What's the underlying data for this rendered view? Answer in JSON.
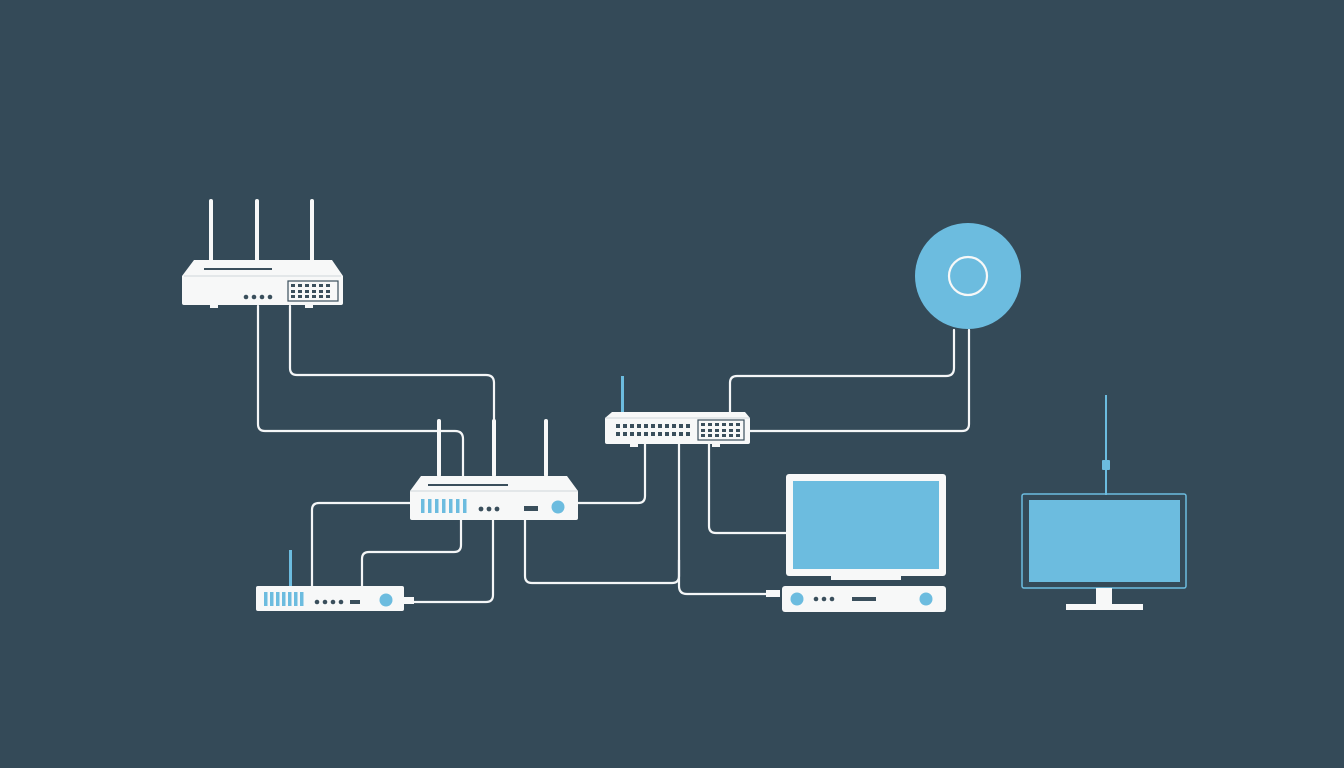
{
  "colors": {
    "background": "#344a58",
    "device_body": "#f7f8f8",
    "wire": "#f4f6f7",
    "accent_blue": "#6cbcdf",
    "port_dark": "#3a4f5c"
  },
  "devices": [
    {
      "id": "router-top-left",
      "kind": "wireless-router",
      "antennas": 3,
      "icon": "router-icon"
    },
    {
      "id": "switch-center",
      "kind": "network-switch",
      "antennas": 1,
      "icon": "switch-icon"
    },
    {
      "id": "access-point",
      "kind": "ceiling-access-point",
      "icon": "access-point-icon"
    },
    {
      "id": "router-center",
      "kind": "wireless-router",
      "antennas": 3,
      "icon": "router-icon"
    },
    {
      "id": "modem-bottom-left",
      "kind": "modem",
      "antennas": 1,
      "icon": "modem-icon"
    },
    {
      "id": "desktop-monitor",
      "kind": "monitor",
      "icon": "monitor-icon"
    },
    {
      "id": "desktop-unit",
      "kind": "desktop-box",
      "icon": "desktop-icon"
    },
    {
      "id": "smart-tv",
      "kind": "television",
      "antennas": 1,
      "icon": "tv-icon"
    }
  ],
  "links": [
    {
      "from": "router-top-left",
      "to": "router-center"
    },
    {
      "from": "router-top-left",
      "to": "router-center"
    },
    {
      "from": "router-center",
      "to": "switch-center"
    },
    {
      "from": "switch-center",
      "to": "access-point"
    },
    {
      "from": "switch-center",
      "to": "access-point"
    },
    {
      "from": "router-center",
      "to": "modem-bottom-left"
    },
    {
      "from": "router-center",
      "to": "modem-bottom-left"
    },
    {
      "from": "router-center",
      "to": "modem-bottom-left"
    },
    {
      "from": "router-center",
      "to": "desktop-unit"
    },
    {
      "from": "switch-center",
      "to": "desktop-unit"
    },
    {
      "from": "switch-center",
      "to": "desktop-monitor"
    }
  ]
}
